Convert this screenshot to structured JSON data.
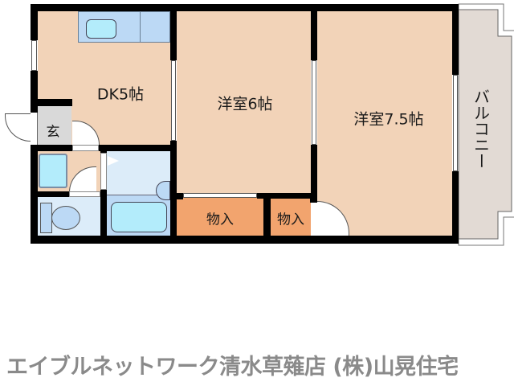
{
  "floorplan": {
    "rooms": {
      "dk": {
        "label": "DK5帖",
        "color": "#f2d3b8"
      },
      "western_6": {
        "label": "洋室6帖",
        "color": "#f2d3b8"
      },
      "western_7_5": {
        "label": "洋室7.5帖",
        "color": "#f2d3b8"
      },
      "entrance": {
        "label": "玄",
        "color": "#d9d9d9"
      },
      "storage_1": {
        "label": "物入",
        "color": "#f2a46e"
      },
      "storage_2": {
        "label": "物入",
        "color": "#f2a46e"
      },
      "balcony": {
        "label": "バルコニー",
        "color": "#e2dad4"
      },
      "washroom": {
        "label": "",
        "color": "#dcecf9"
      },
      "toilet": {
        "label": "",
        "color": "#dcecf9"
      },
      "bathroom": {
        "label": "",
        "color": "#dcecf9"
      }
    },
    "fixtures": {
      "kitchen_counter_color": "#bcd9f5",
      "sink_color": "#b3ecfb"
    }
  },
  "footer": {
    "text": "エイブルネットワーク清水草薙店 (株)山晃住宅"
  },
  "colors": {
    "wall": "#000000",
    "footer_text": "#8a8a8a"
  }
}
